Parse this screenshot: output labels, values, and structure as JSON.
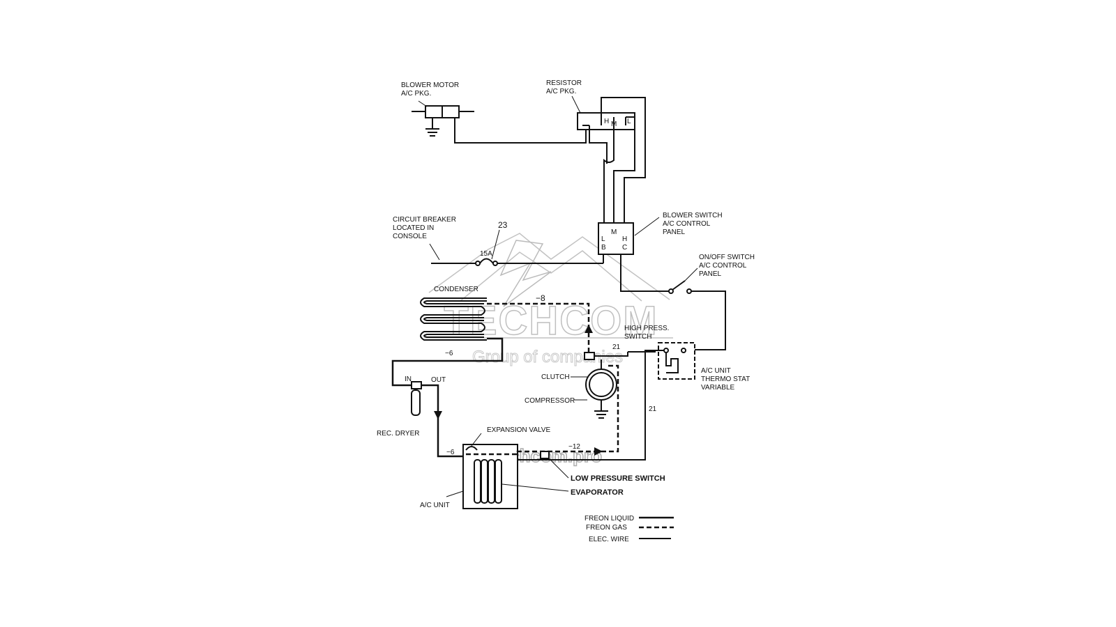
{
  "labels": {
    "blower_motor": [
      "BLOWER MOTOR",
      "A/C PKG."
    ],
    "resistor": [
      "RESISTOR",
      "A/C PKG."
    ],
    "circuit_breaker": [
      "CIRCUIT BREAKER",
      "LOCATED IN",
      "CONSOLE"
    ],
    "blower_switch": [
      "BLOWER SWITCH",
      "A/C CONTROL",
      "PANEL"
    ],
    "onoff_switch": [
      "ON/OFF SWITCH",
      "A/C CONTROL",
      "PANEL"
    ],
    "condenser": "CONDENSER",
    "high_press_switch": [
      "HIGH PRESS.",
      "SWITCH"
    ],
    "clutch": "CLUTCH",
    "compressor": "COMPRESSOR",
    "thermostat": [
      "A/C UNIT",
      "THERMO STAT",
      "VARIABLE"
    ],
    "in": "IN",
    "out": "OUT",
    "rec_dryer": "REC. DRYER",
    "expansion_valve": "EXPANSION  VALVE",
    "low_pressure_switch": "LOW PRESSURE SWITCH",
    "evaporator": "EVAPORATOR",
    "ac_unit": "A/C UNIT"
  },
  "terminals": {
    "resistor_h": "H",
    "resistor_m": "M",
    "resistor_l": "L",
    "switch_m": "M",
    "switch_l": "L",
    "switch_h": "H",
    "switch_b": "B",
    "switch_c": "C"
  },
  "numbers": {
    "wire_23": "23",
    "breaker_rating": "15A",
    "line_8": "−8",
    "line_6a": "−6",
    "line_6b": "−6",
    "line_12": "−12",
    "wire_21a": "21",
    "wire_21b": "21"
  },
  "legend": {
    "freon_liquid": "FREON LIQUID",
    "freon_gas": "FREON GAS",
    "elec_wire": "ELEC. WIRE"
  },
  "watermark": {
    "brand": "TECHCOM",
    "tagline": "Group of companies",
    "url": "techcom.pro"
  }
}
